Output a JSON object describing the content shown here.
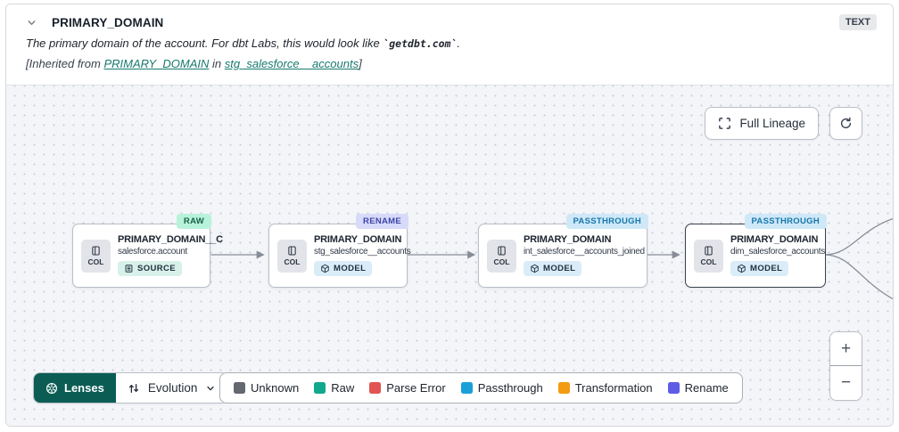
{
  "header": {
    "title": "PRIMARY_DOMAIN",
    "type_badge": "TEXT",
    "description": {
      "prefix": "The primary domain of the account. For dbt Labs, this would look like ",
      "code": "`getdbt.com`",
      "suffix": "."
    },
    "inherited": {
      "prefix": "[Inherited from ",
      "column_link": "PRIMARY_DOMAIN",
      "middle": " in ",
      "model_link": "stg_salesforce__accounts",
      "suffix": "]"
    }
  },
  "toolbar": {
    "full_lineage_label": "Full Lineage"
  },
  "nodes": [
    {
      "badge": "RAW",
      "col_label": "COL",
      "title": "PRIMARY_DOMAIN__C",
      "subtitle": "salesforce.account",
      "resource": "SOURCE"
    },
    {
      "badge": "RENAME",
      "col_label": "COL",
      "title": "PRIMARY_DOMAIN",
      "subtitle": "stg_salesforce__accounts",
      "resource": "MODEL"
    },
    {
      "badge": "PASSTHROUGH",
      "col_label": "COL",
      "title": "PRIMARY_DOMAIN",
      "subtitle": "int_salesforce__accounts_joined",
      "resource": "MODEL"
    },
    {
      "badge": "PASSTHROUGH",
      "col_label": "COL",
      "title": "PRIMARY_DOMAIN",
      "subtitle": "dim_salesforce_accounts",
      "resource": "MODEL",
      "selected": true
    }
  ],
  "footer": {
    "lenses_label": "Lenses",
    "evolution_label": "Evolution",
    "legend": [
      {
        "label": "Unknown",
        "color": "#636871"
      },
      {
        "label": "Raw",
        "color": "#12a88e"
      },
      {
        "label": "Parse Error",
        "color": "#e25353"
      },
      {
        "label": "Passthrough",
        "color": "#1b9fd8"
      },
      {
        "label": "Transformation",
        "color": "#f29b13"
      },
      {
        "label": "Rename",
        "color": "#5e5ce6"
      }
    ]
  },
  "zoom_controls": {
    "zoom_in": "+",
    "zoom_out": "−"
  }
}
